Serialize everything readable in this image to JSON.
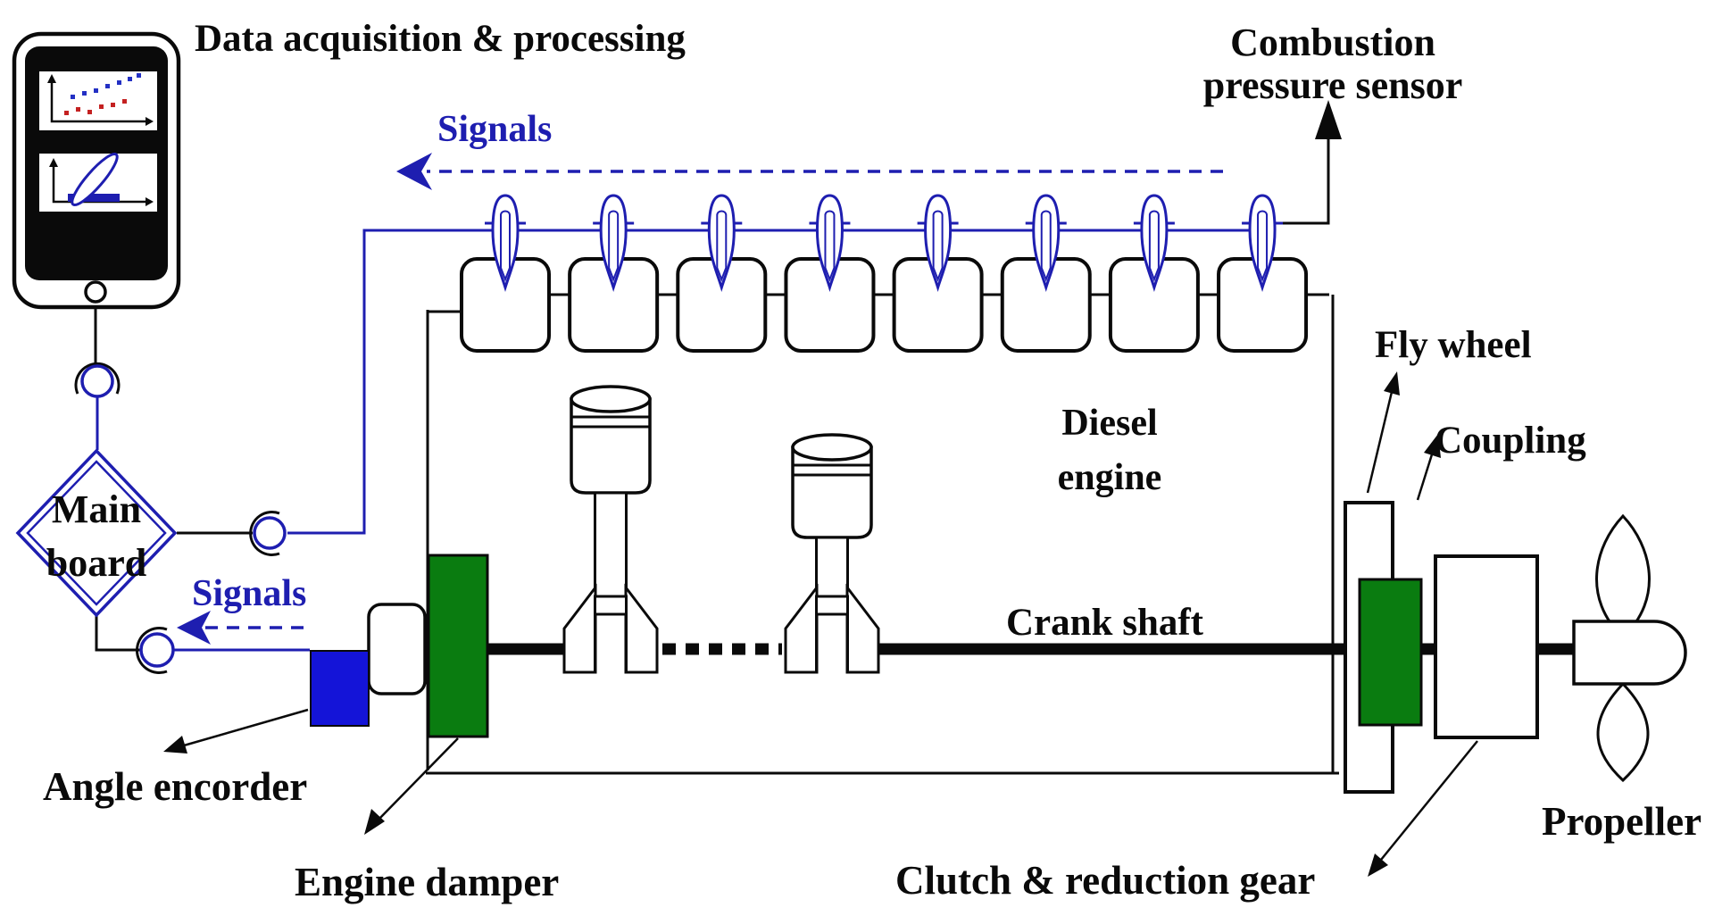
{
  "figure_title": "Data acquisition & processing",
  "labels": {
    "signals_top": "Signals",
    "signals_left": "Signals",
    "combustion_line1": "Combustion",
    "combustion_line2": "pressure sensor",
    "main_board_line1": "Main",
    "main_board_line2": "board",
    "diesel_line1": "Diesel",
    "diesel_line2": "engine",
    "crank_shaft": "Crank shaft",
    "fly_wheel": "Fly wheel",
    "coupling": "Coupling",
    "angle_encoder": "Angle encorder",
    "engine_damper": "Engine damper",
    "clutch": "Clutch & reduction gear",
    "propeller": "Propeller"
  },
  "engine": {
    "cylinder_count": 8,
    "sensor_count": 8,
    "piston_count": 2
  },
  "colors": {
    "signal_blue": "#1e1eb0",
    "encoder_blue": "#1414d8",
    "damper_green": "#0a7c10",
    "ink": "#0a0a0a",
    "dot_red": "#c42121",
    "dot_blue": "#2330c4"
  }
}
